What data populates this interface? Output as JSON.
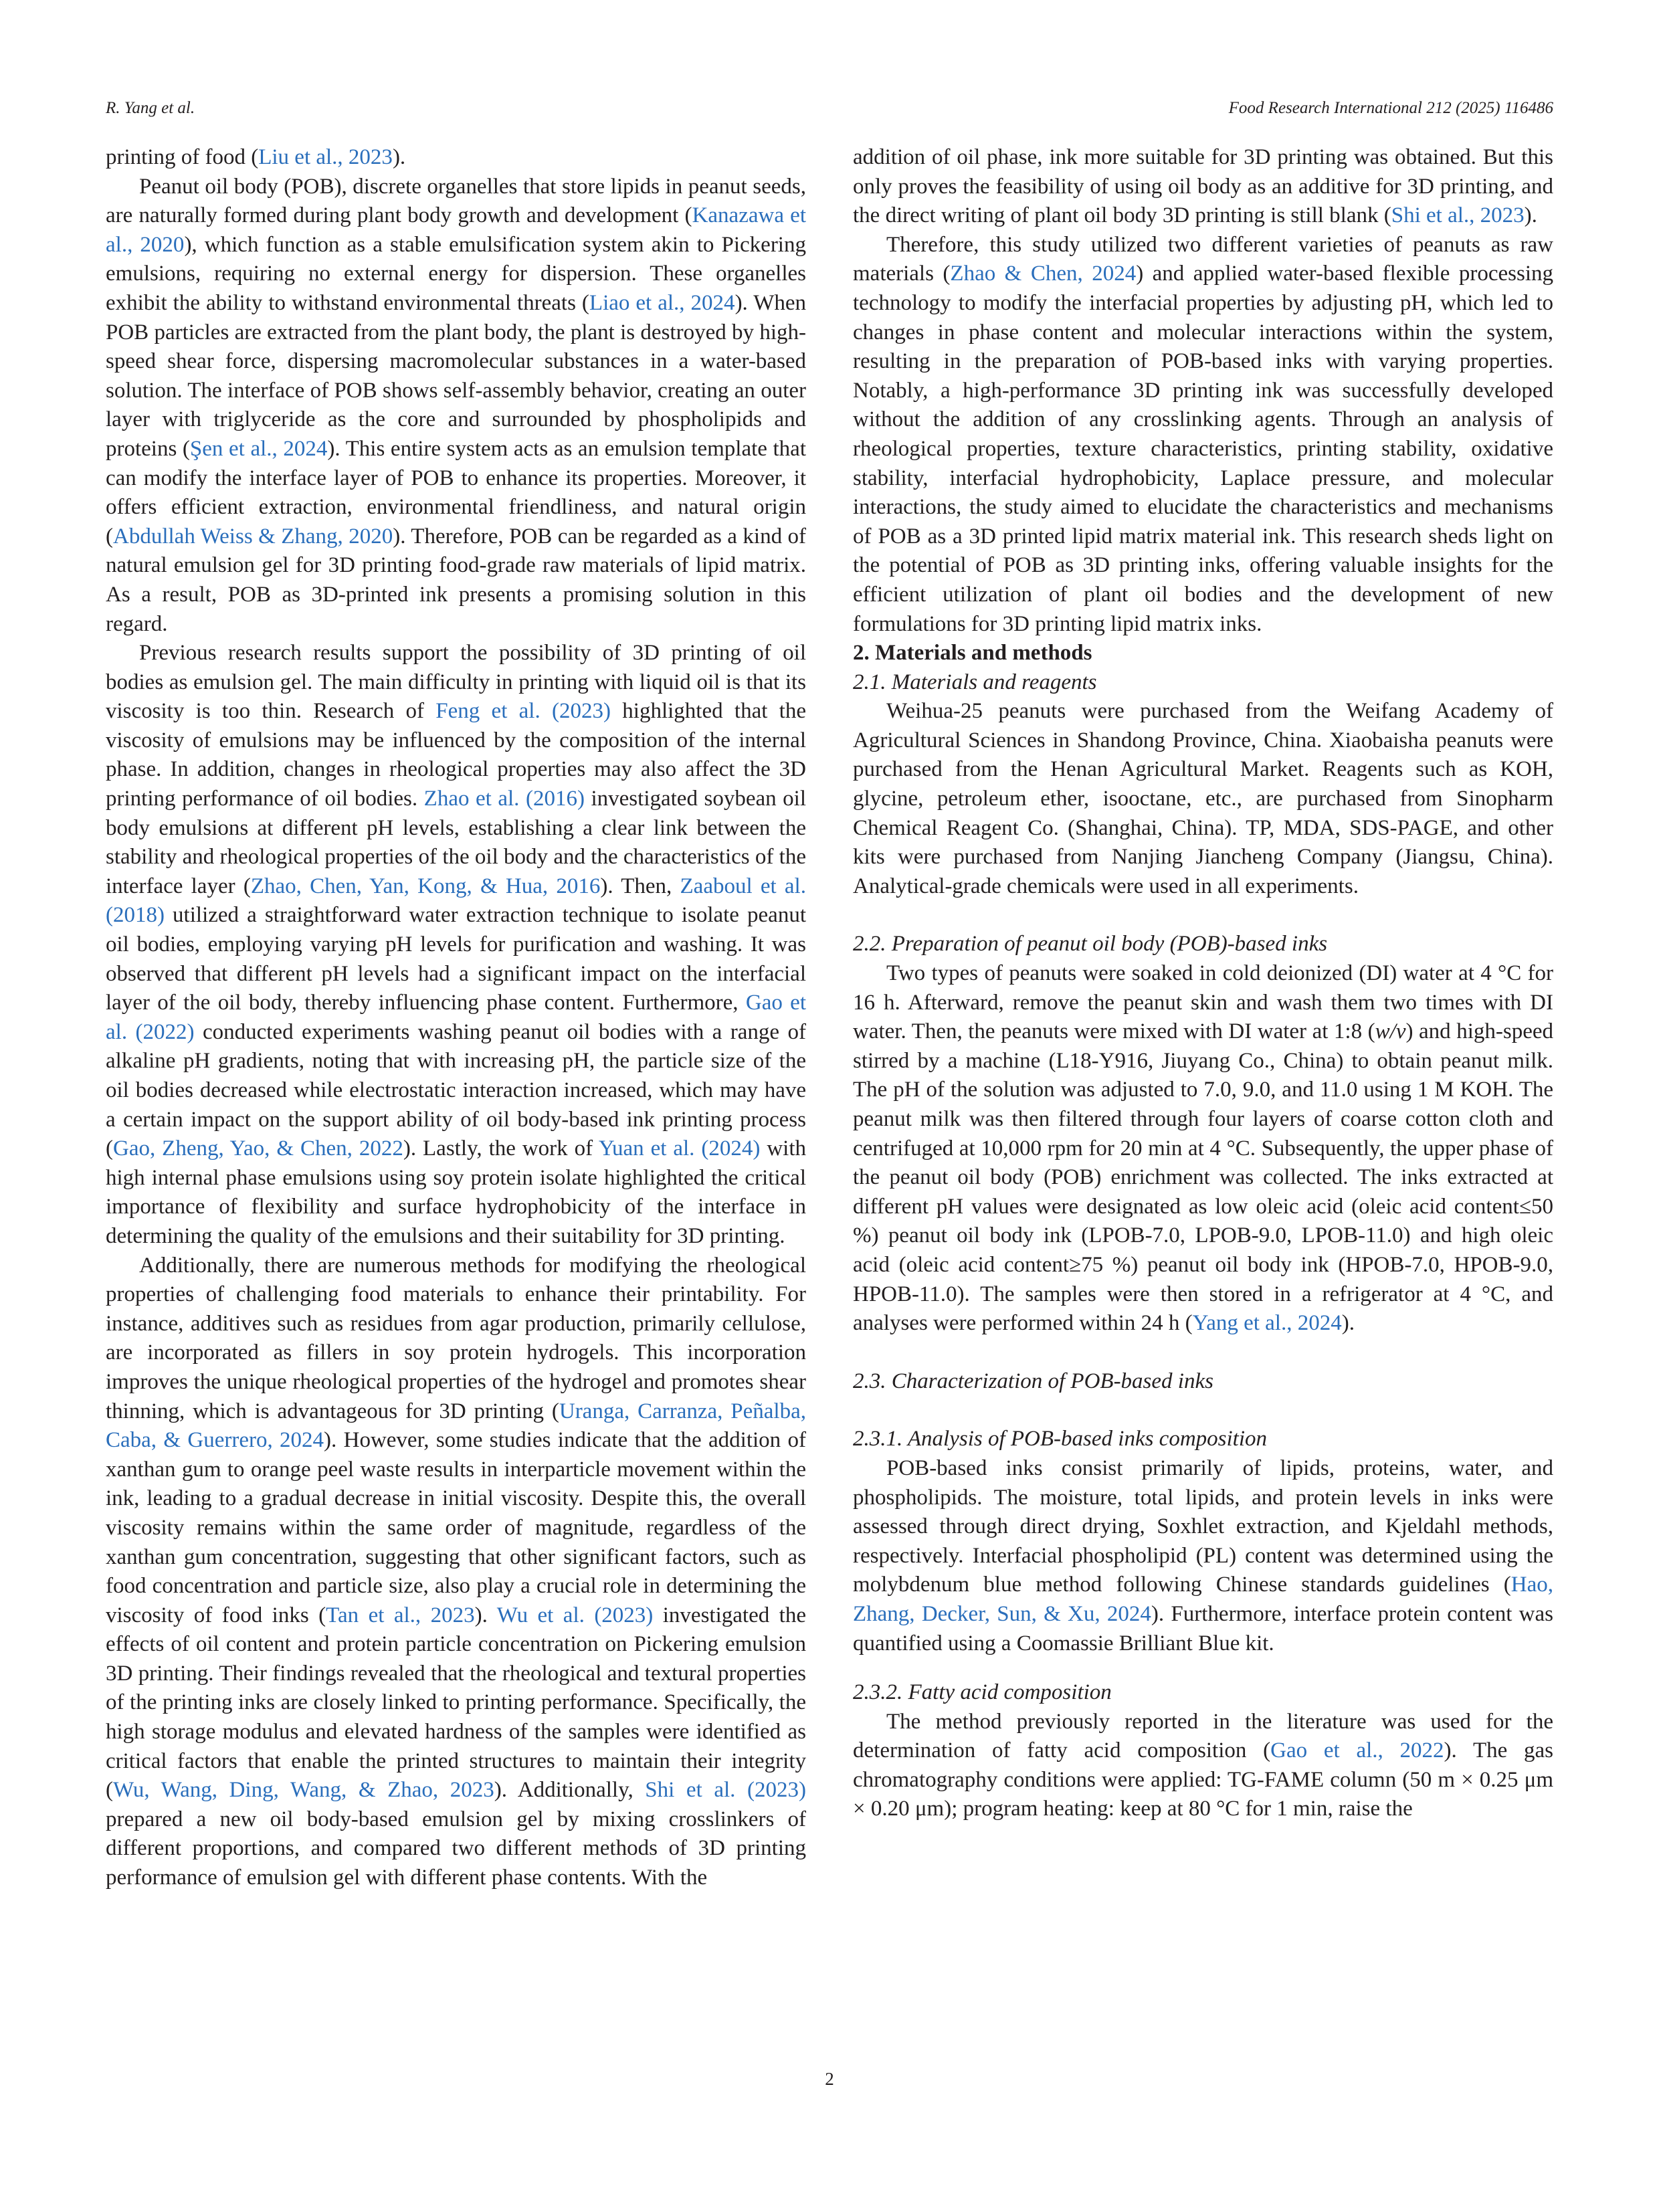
{
  "header": {
    "author": "R. Yang et al.",
    "journal": "Food Research International 212 (2025) 116486"
  },
  "page_number": "2",
  "left_column": {
    "p0": {
      "t1": "printing of food (",
      "c1": "Liu et al., 2023",
      "t2": ")."
    },
    "p1": {
      "t1": "Peanut oil body (POB), discrete organelles that store lipids in peanut seeds, are naturally formed during plant body growth and development (",
      "c1": "Kanazawa et al., 2020",
      "t2": "), which function as a stable emulsification system akin to Pickering emulsions, requiring no external energy for dispersion. These organelles exhibit the ability to withstand environmental threats (",
      "c2": "Liao et al., 2024",
      "t3": "). When POB particles are extracted from the plant body, the plant is destroyed by high-speed shear force, dispersing macromolecular substances in a water-based solution. The interface of POB shows self-assembly behavior, creating an outer layer with triglyceride as the core and surrounded by phospholipids and proteins (",
      "c3": "Şen et al., 2024",
      "t4": "). This entire system acts as an emulsion template that can modify the interface layer of POB to enhance its properties. Moreover, it offers efficient extraction, environmental friendliness, and natural origin (",
      "c4": "Abdullah Weiss & Zhang, 2020",
      "t5": "). Therefore, POB can be regarded as a kind of natural emulsion gel for 3D printing food-grade raw materials of lipid matrix. As a result, POB as 3D-printed ink presents a promising solution in this regard."
    },
    "p2": {
      "t1": "Previous research results support the possibility of 3D printing of oil bodies as emulsion gel. The main difficulty in printing with liquid oil is that its viscosity is too thin. Research of ",
      "c1": "Feng et al. (2023)",
      "t2": " highlighted that the viscosity of emulsions may be influenced by the composition of the internal phase. In addition, changes in rheological properties may also affect the 3D printing performance of oil bodies. ",
      "c2": "Zhao et al. (2016)",
      "t3": " investigated soybean oil body emulsions at different pH levels, establishing a clear link between the stability and rheological properties of the oil body and the characteristics of the interface layer (",
      "c3": "Zhao, Chen, Yan, Kong, & Hua, 2016",
      "t4": "). Then, ",
      "c4": "Zaaboul et al. (2018)",
      "t5": " utilized a straightforward water extraction technique to isolate peanut oil bodies, employing varying pH levels for purification and washing. It was observed that different pH levels had a significant impact on the interfacial layer of the oil body, thereby influencing phase content. Furthermore, ",
      "c5": "Gao et al. (2022)",
      "t6": " conducted experiments washing peanut oil bodies with a range of alkaline pH gradients, noting that with increasing pH, the particle size of the oil bodies decreased while electrostatic interaction increased, which may have a certain impact on the support ability of oil body-based ink printing process (",
      "c6": "Gao, Zheng, Yao, & Chen, 2022",
      "t7": "). Lastly, the work of ",
      "c7": "Yuan et al. (2024)",
      "t8": " with high internal phase emulsions using soy protein isolate highlighted the critical importance of flexibility and surface hydrophobicity of the interface in determining the quality of the emulsions and their suitability for 3D printing."
    },
    "p3": {
      "t1": "Additionally, there are numerous methods for modifying the rheological properties of challenging food materials to enhance their printability. For instance, additives such as residues from agar production, primarily cellulose, are incorporated as fillers in soy protein hydrogels. This incorporation improves the unique rheological properties of the hydrogel and promotes shear thinning, which is advantageous for 3D printing (",
      "c1": "Uranga, Carranza, Peñalba, Caba, & Guerrero, 2024",
      "t2": "). However, some studies indicate that the addition of xanthan gum to orange peel waste results in interparticle movement within the ink, leading to a gradual decrease in initial viscosity. Despite this, the overall viscosity remains within the same order of magnitude, regardless of the xanthan gum concentration, suggesting that other significant factors, such as food concentration and particle size, also play a crucial role in determining the viscosity of food inks (",
      "c2": "Tan et al., 2023",
      "t3": "). ",
      "c3": "Wu et al. (2023)",
      "t4": " investigated the effects of oil content and protein particle concentration on Pickering emulsion 3D printing. Their findings revealed that the rheological and textural properties of the printing inks are closely linked to printing performance. Specifically, the high storage modulus and elevated hardness of the samples were identified as critical factors that enable the printed structures to maintain their integrity (",
      "c4": "Wu, Wang, Ding, Wang, & Zhao, 2023",
      "t5": "). Additionally, ",
      "c5": "Shi et al. (2023)",
      "t6": " prepared a new oil body-based emulsion gel by mixing crosslinkers of different proportions, and compared two different methods of 3D printing performance of emulsion gel with different phase contents. With the"
    }
  },
  "right_column": {
    "p0": {
      "t1": "addition of oil phase, ink more suitable for 3D printing was obtained. But this only proves the feasibility of using oil body as an additive for 3D printing, and the direct writing of plant oil body 3D printing is still blank (",
      "c1": "Shi et al., 2023",
      "t2": ")."
    },
    "p1": {
      "t1": "Therefore, this study utilized two different varieties of peanuts as raw materials (",
      "c1": "Zhao & Chen, 2024",
      "t2": ") and applied water-based flexible processing technology to modify the interfacial properties by adjusting pH, which led to changes in phase content and molecular interactions within the system, resulting in the preparation of POB-based inks with varying properties. Notably, a high-performance 3D printing ink was successfully developed without the addition of any crosslinking agents. Through an analysis of rheological properties, texture characteristics, printing stability, oxidative stability, interfacial hydrophobicity, Laplace pressure, and molecular interactions, the study aimed to elucidate the characteristics and mechanisms of POB as a 3D printed lipid matrix material ink. This research sheds light on the potential of POB as 3D printing inks, offering valuable insights for the efficient utilization of plant oil bodies and the development of new formulations for 3D printing lipid matrix inks."
    },
    "sec2": "2.  Materials and methods",
    "sec2_1": "2.1.  Materials and reagents",
    "p2": "Weihua-25 peanuts were purchased from the Weifang Academy of Agricultural Sciences in Shandong Province, China. Xiaobaisha peanuts were purchased from the Henan Agricultural Market. Reagents such as KOH, glycine, petroleum ether, isooctane, etc., are purchased from Sinopharm Chemical Reagent Co. (Shanghai, China). TP, MDA, SDS-PAGE, and other kits were purchased from Nanjing Jiancheng Company (Jiangsu, China). Analytical-grade chemicals were used in all experiments.",
    "sec2_2": "2.2.  Preparation of peanut oil body (POB)-based inks",
    "p3": {
      "t1": "Two types of peanuts were soaked in cold deionized (DI) water at 4 °C for 16 h. Afterward, remove the peanut skin and wash them two times with DI water. Then, the peanuts were mixed with DI water at 1:8 (",
      "i1": "w/v",
      "t2": ") and high-speed stirred by a machine (L18-Y916, Jiuyang Co., China) to obtain peanut milk. The pH of the solution was adjusted to 7.0, 9.0, and 11.0 using 1 M KOH. The peanut milk was then filtered through four layers of coarse cotton cloth and centrifuged at 10,000 rpm for 20 min at 4 °C. Subsequently, the upper phase of the peanut oil body (POB) enrichment was collected. The inks extracted at different pH values were designated as low oleic acid (oleic acid content≤50 %) peanut oil body ink (LPOB-7.0, LPOB-9.0, LPOB-11.0) and high oleic acid (oleic acid content≥75 %) peanut oil body ink (HPOB-7.0, HPOB-9.0, HPOB-11.0). The samples were then stored in a refrigerator at 4 °C, and analyses were performed within 24 h (",
      "c1": "Yang et al., 2024",
      "t3": ")."
    },
    "sec2_3": "2.3.  Characterization of POB-based inks",
    "sec2_3_1": "2.3.1.  Analysis of POB-based inks composition",
    "p4": {
      "t1": "POB-based inks consist primarily of lipids, proteins, water, and phospholipids. The moisture, total lipids, and protein levels in inks were assessed through direct drying, Soxhlet extraction, and Kjeldahl methods, respectively. Interfacial phospholipid (PL) content was determined using the molybdenum blue method following Chinese standards guidelines (",
      "c1": "Hao, Zhang, Decker, Sun, & Xu, 2024",
      "t2": "). Furthermore, interface protein content was quantified using a Coomassie Brilliant Blue kit."
    },
    "sec2_3_2": "2.3.2.  Fatty acid composition",
    "p5": {
      "t1": "The method previously reported in the literature was used for the determination of fatty acid composition (",
      "c1": "Gao et al., 2022",
      "t2": "). The gas chromatography conditions were applied: TG-FAME column (50 m × 0.25 μm × 0.20 μm); program heating: keep at 80 °C for 1 min, raise the"
    }
  }
}
